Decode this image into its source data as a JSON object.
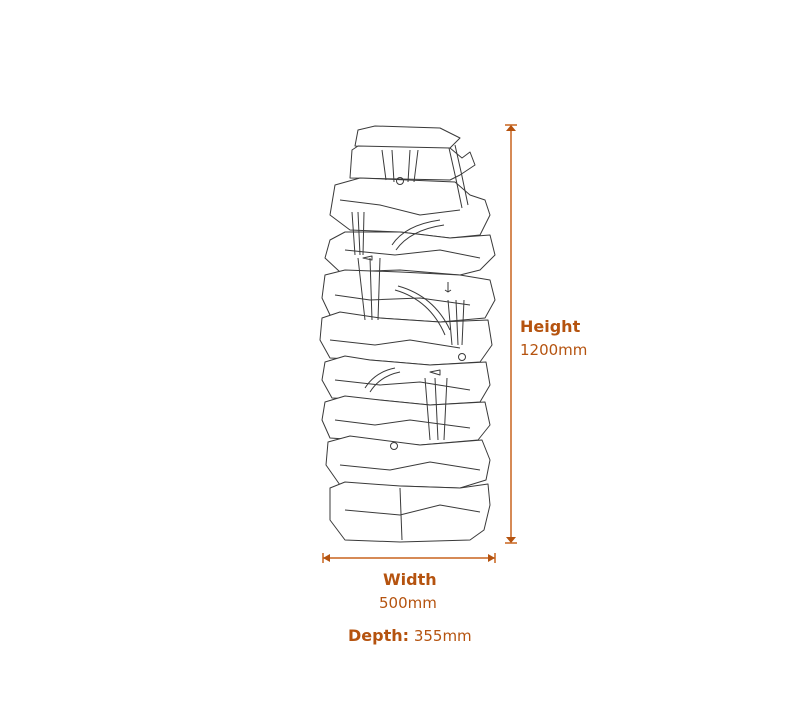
{
  "product": {
    "illustration": "rock-waterfall-fountain-line-drawing",
    "accent_color": "#b5530f",
    "line_color": "#3a3a3a"
  },
  "dimensions": {
    "height": {
      "label": "Height",
      "value": "1200mm"
    },
    "width": {
      "label": "Width",
      "value": "500mm"
    },
    "depth": {
      "label": "Depth:",
      "value": "355mm"
    }
  }
}
